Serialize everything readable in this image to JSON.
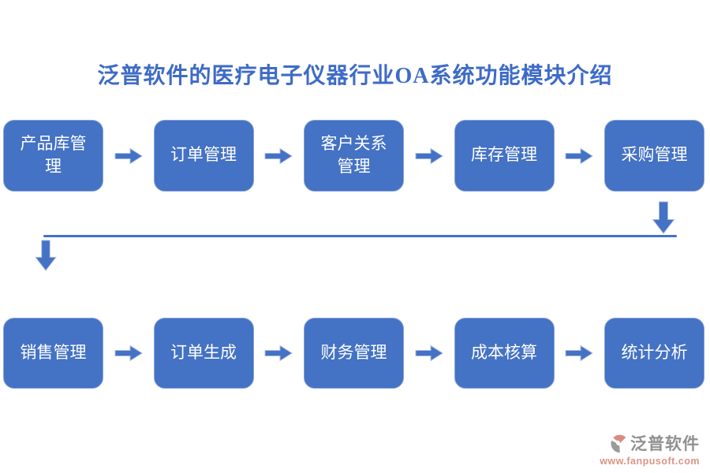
{
  "title": "泛普软件的医疗电子仪器行业OA系统功能模块介绍",
  "flow": {
    "row1": [
      "产品库管理",
      "订单管理",
      "客户关系管理",
      "库存管理",
      "采购管理"
    ],
    "row2": [
      "销售管理",
      "订单生成",
      "财务管理",
      "成本核算",
      "统计分析"
    ]
  },
  "footer": {
    "brand": "泛普软件",
    "url": "www.fanpusoft.com"
  },
  "colors": {
    "box_fill": "#4472C4",
    "box_border": "#87a3d6",
    "box_text": "#ffffff",
    "arrow_fill": "#4472C4",
    "arrow_stroke": "#a9bce2",
    "title_text": "#3e6bc7",
    "connector_line": "#4472C4",
    "brand_text": "#909090",
    "brand_url": "#dd9486",
    "logo_salmon": "#d98c7f",
    "logo_gray": "#9b9b9b"
  }
}
